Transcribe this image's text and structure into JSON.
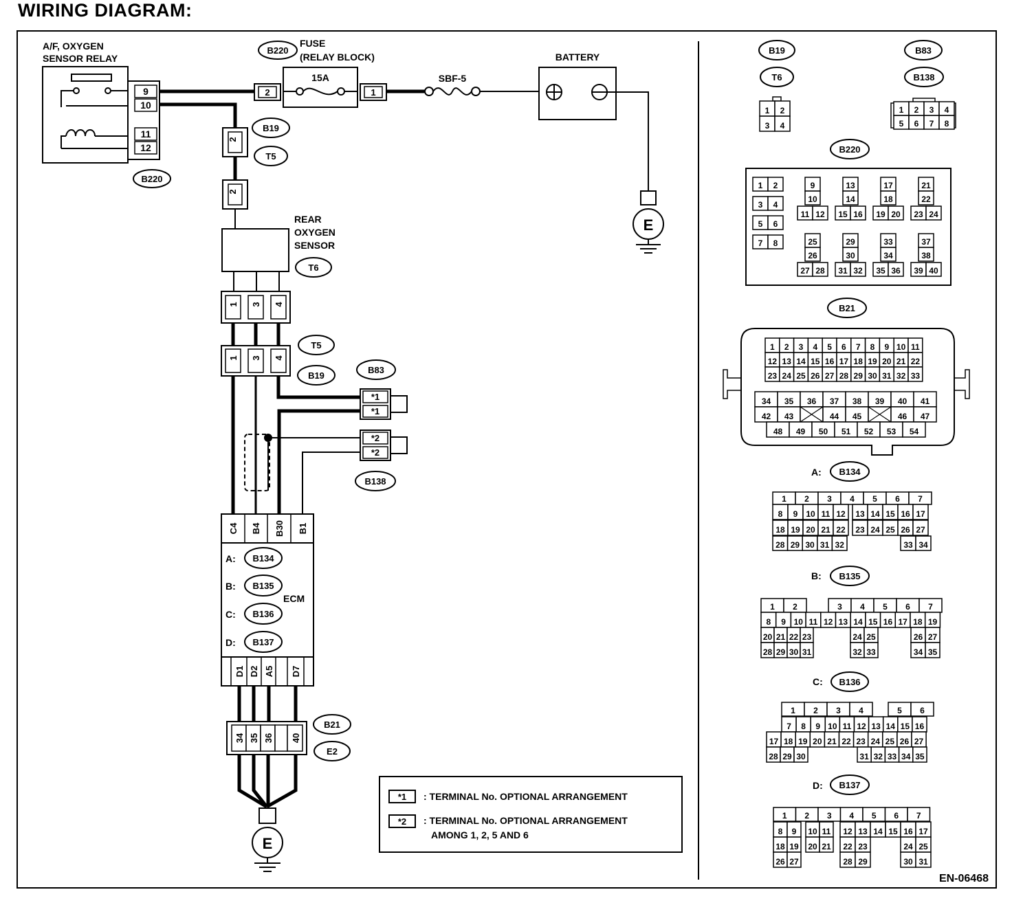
{
  "title": "WIRING DIAGRAM:",
  "code": "EN-06468",
  "relay": {
    "label_1": "A/F, OXYGEN",
    "label_2": "SENSOR RELAY",
    "pins": [
      "9",
      "10",
      "11",
      "12"
    ],
    "connector": "B220"
  },
  "fuse": {
    "label_1": "FUSE",
    "label_2": "(RELAY BLOCK)",
    "rating": "15A",
    "connector": "B220",
    "pin_left": "2",
    "pin_right": "1"
  },
  "sbf": "SBF-5",
  "battery": {
    "label": "BATTERY"
  },
  "ground": "E",
  "junction_top": {
    "connectors": [
      "B19",
      "T5"
    ],
    "pin": "2"
  },
  "sensor": {
    "label_1": "REAR",
    "label_2": "OXYGEN",
    "label_3": "SENSOR",
    "connector": "T6",
    "pins": [
      "1",
      "3",
      "4"
    ]
  },
  "junction_mid": {
    "connectors": [
      "T5",
      "B19"
    ],
    "pins": [
      "1",
      "3",
      "4"
    ]
  },
  "b83": {
    "connector": "B83",
    "pins": [
      "*1",
      "*1"
    ]
  },
  "b138": {
    "connector": "B138",
    "pins": [
      "*2",
      "*2"
    ]
  },
  "ecm": {
    "label": "ECM",
    "top_pins": [
      "C4",
      "B4",
      "B30",
      "B1"
    ],
    "bottom_pins": [
      "D1",
      "D2",
      "A5",
      "D7"
    ],
    "rows": [
      {
        "letter": "A:",
        "connector": "B134"
      },
      {
        "letter": "B:",
        "connector": "B135"
      },
      {
        "letter": "C:",
        "connector": "B136"
      },
      {
        "letter": "D:",
        "connector": "B137"
      }
    ]
  },
  "junction_bottom": {
    "connectors": [
      "B21",
      "E2"
    ],
    "pins": [
      "34",
      "35",
      "36",
      "40"
    ]
  },
  "legend": [
    {
      "key": "*1",
      "text_1": ": TERMINAL No. OPTIONAL ARRANGEMENT",
      "text_2": ""
    },
    {
      "key": "*2",
      "text_1": ": TERMINAL No. OPTIONAL ARRANGEMENT",
      "text_2": "AMONG 1, 2, 5 AND 6"
    }
  ],
  "connectors": {
    "b19": "B19",
    "t6": "T6",
    "b83": "B83",
    "b138": "B138",
    "b220": "B220",
    "b21": "B21",
    "b134": {
      "prefix": "A:",
      "name": "B134"
    },
    "b135": {
      "prefix": "B:",
      "name": "B135"
    },
    "b136": {
      "prefix": "C:",
      "name": "B136"
    },
    "b137": {
      "prefix": "D:",
      "name": "B137"
    }
  },
  "grids": {
    "b19_t6": [
      [
        "1",
        "2"
      ],
      [
        "3",
        "4"
      ]
    ],
    "b83_b138": [
      [
        "1",
        "2",
        "3",
        "4"
      ],
      [
        "5",
        "6",
        "7",
        "8"
      ]
    ],
    "b220_a": [
      [
        "1",
        "2"
      ],
      [
        "3",
        "4"
      ],
      [
        "5",
        "6"
      ],
      [
        "7",
        "8"
      ]
    ],
    "b220_groups": [
      [
        "9",
        "10",
        "11",
        "12"
      ],
      [
        "13",
        "14",
        "15",
        "16"
      ],
      [
        "17",
        "18",
        "19",
        "20"
      ],
      [
        "21",
        "22",
        "23",
        "24"
      ],
      [
        "25",
        "26",
        "27",
        "28"
      ],
      [
        "29",
        "30",
        "31",
        "32"
      ],
      [
        "33",
        "34",
        "35",
        "36"
      ],
      [
        "37",
        "38",
        "39",
        "40"
      ]
    ],
    "b21_top": [
      [
        "1",
        "2",
        "3",
        "4",
        "5",
        "6",
        "7",
        "8",
        "9",
        "10",
        "11"
      ],
      [
        "12",
        "13",
        "14",
        "15",
        "16",
        "17",
        "18",
        "19",
        "20",
        "21",
        "22"
      ],
      [
        "23",
        "24",
        "25",
        "26",
        "27",
        "28",
        "29",
        "30",
        "31",
        "32",
        "33"
      ]
    ],
    "b21_mid": [
      [
        "34",
        "35",
        "36",
        "37",
        "38",
        "39",
        "40",
        "41"
      ],
      [
        "42",
        "43",
        "",
        "44",
        "45",
        "",
        "46",
        "47"
      ]
    ],
    "b21_bot": [
      "48",
      "49",
      "50",
      "51",
      "52",
      "53",
      "54"
    ],
    "b134": [
      [
        "1",
        "2",
        "3",
        "4",
        "5",
        "6",
        "7"
      ],
      [
        "8",
        "9",
        "10",
        "11",
        "12",
        "",
        "13",
        "14",
        "15",
        "16",
        "17"
      ],
      [
        "18",
        "19",
        "20",
        "21",
        "22",
        "",
        "23",
        "24",
        "25",
        "26",
        "27"
      ],
      [
        "28",
        "29",
        "30",
        "31",
        "32",
        "33",
        "34"
      ]
    ],
    "b135": [
      [
        "1",
        "2",
        "3",
        "4",
        "5",
        "6",
        "7"
      ],
      [
        "8",
        "9",
        "10",
        "11",
        "12",
        "13",
        "14",
        "15",
        "16",
        "17",
        "18",
        "19"
      ],
      [
        "20",
        "21",
        "22",
        "23",
        "24",
        "25",
        "26",
        "27"
      ],
      [
        "28",
        "29",
        "30",
        "31",
        "32",
        "33",
        "34",
        "35"
      ]
    ],
    "b136": [
      [
        "1",
        "2",
        "3",
        "4",
        "5",
        "6"
      ],
      [
        "7",
        "8",
        "9",
        "10",
        "11",
        "12",
        "13",
        "14",
        "15",
        "16"
      ],
      [
        "17",
        "18",
        "19",
        "20",
        "21",
        "22",
        "23",
        "24",
        "25",
        "26",
        "27"
      ],
      [
        "28",
        "29",
        "30",
        "31",
        "32",
        "33",
        "34",
        "35"
      ]
    ],
    "b137": [
      [
        "1",
        "2",
        "3",
        "4",
        "5",
        "6",
        "7"
      ],
      [
        "8",
        "9",
        "10",
        "11",
        "12",
        "13",
        "14",
        "15",
        "16",
        "17"
      ],
      [
        "18",
        "19",
        "20",
        "21",
        "22",
        "23",
        "24",
        "25"
      ],
      [
        "26",
        "27",
        "28",
        "29",
        "30",
        "31"
      ]
    ]
  }
}
